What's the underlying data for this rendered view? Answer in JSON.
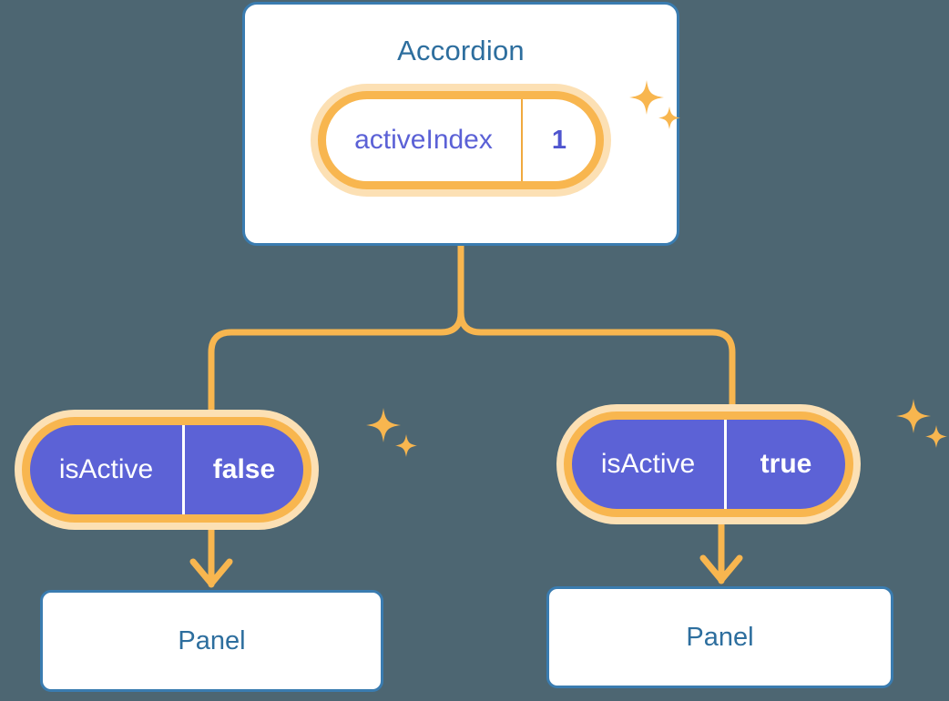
{
  "theme": {
    "background": "#4d6672",
    "card_border": "#3a7cb0",
    "card_title_color": "#2d6e9e",
    "pill_border": "#f8b64f",
    "pill_glow": "#fce0b4",
    "pill_solid_fill": "#5c62d6",
    "accent_purple": "#5b61d6",
    "connector_color": "#f8b64f"
  },
  "tree": {
    "root": {
      "title": "Accordion",
      "state": {
        "key": "activeIndex",
        "value": "1"
      },
      "sparkle": "sparkle-icon"
    },
    "branches": [
      {
        "prop": {
          "key": "isActive",
          "value": "false"
        },
        "sparkle": "sparkle-icon",
        "child": {
          "title": "Panel"
        }
      },
      {
        "prop": {
          "key": "isActive",
          "value": "true"
        },
        "sparkle": "sparkle-icon",
        "child": {
          "title": "Panel"
        }
      }
    ]
  }
}
